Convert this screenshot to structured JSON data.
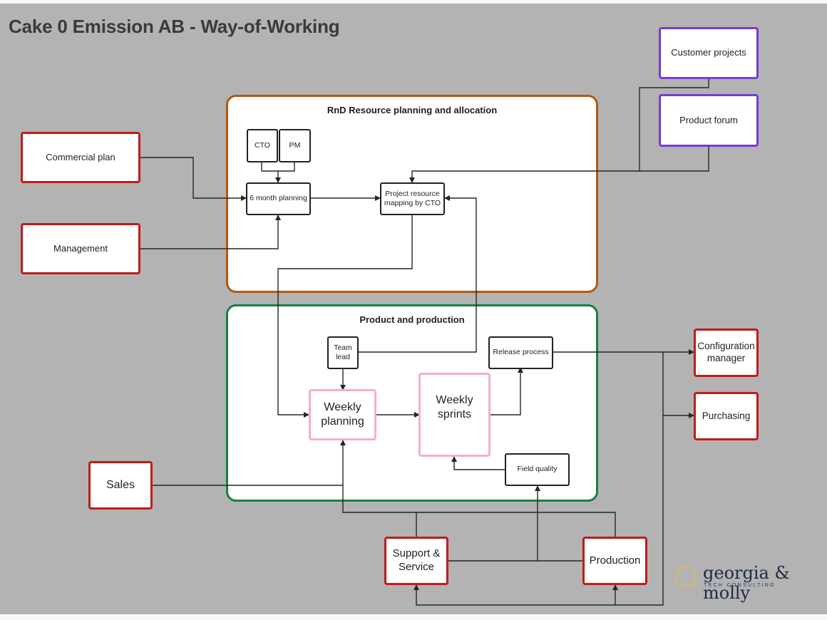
{
  "title": "Cake 0 Emission AB - Way-of-Working",
  "colors": {
    "background": "#b3b3b3",
    "external_border": "#c01b1b",
    "stakeholder_border": "#7a3ad6",
    "rnd_group_border": "#b5570f",
    "production_group_border": "#17803f",
    "cadence_border": "#f5aecf",
    "logo_accent": "#e0b566",
    "logo_text": "#1f2a44"
  },
  "groups": {
    "rnd": {
      "title": "RnD Resource planning and allocation"
    },
    "production": {
      "title": "Product and production"
    }
  },
  "nodes": {
    "customer_projects": "Customer projects",
    "product_forum": "Product forum",
    "commercial_plan": "Commercial plan",
    "management": "Management",
    "cto": "CTO",
    "pm": "PM",
    "six_month_planning": "6 month planning",
    "project_resource_mapping_line1": "Project resource",
    "project_resource_mapping_line2": "mapping by CTO",
    "team_lead_line1": "Team",
    "team_lead_line2": "lead",
    "release_process": "Release process",
    "weekly_planning_line1": "Weekly",
    "weekly_planning_line2": "planning",
    "weekly_sprints_line1": "Weekly",
    "weekly_sprints_line2": "sprints",
    "field_quality": "Field quality",
    "configuration_manager_line1": "Configuration",
    "configuration_manager_line2": "manager",
    "purchasing": "Purchasing",
    "sales": "Sales",
    "support_service_line1": "Support &",
    "support_service_line2": "Service",
    "production": "Production"
  },
  "edges": [
    {
      "from": "CTO",
      "to": "6 month planning"
    },
    {
      "from": "PM",
      "to": "6 month planning"
    },
    {
      "from": "Commercial plan",
      "to": "6 month planning"
    },
    {
      "from": "Management",
      "to": "6 month planning"
    },
    {
      "from": "6 month planning",
      "to": "Project resource mapping by CTO"
    },
    {
      "from": "Customer projects",
      "to": "Project resource mapping by CTO"
    },
    {
      "from": "Product forum",
      "to": "Project resource mapping by CTO"
    },
    {
      "from": "Team lead",
      "to": "Project resource mapping by CTO"
    },
    {
      "from": "Project resource mapping by CTO",
      "to": "Weekly planning"
    },
    {
      "from": "Team lead",
      "to": "Weekly planning"
    },
    {
      "from": "Sales",
      "to": "Weekly planning"
    },
    {
      "from": "Support & Service",
      "to": "Weekly planning"
    },
    {
      "from": "Production",
      "to": "Weekly planning"
    },
    {
      "from": "Weekly planning",
      "to": "Weekly sprints"
    },
    {
      "from": "Weekly sprints",
      "to": "Release process"
    },
    {
      "from": "Field quality",
      "to": "Weekly sprints"
    },
    {
      "from": "Support & Service",
      "to": "Field quality"
    },
    {
      "from": "Production",
      "to": "Field quality"
    },
    {
      "from": "Release process",
      "to": "Configuration manager"
    },
    {
      "from": "Release process",
      "to": "Purchasing"
    },
    {
      "from": "Release process",
      "to": "Support & Service"
    },
    {
      "from": "Release process",
      "to": "Production"
    }
  ],
  "logo": {
    "name": "georgia & molly",
    "tagline": "TECH CONSULTING"
  }
}
